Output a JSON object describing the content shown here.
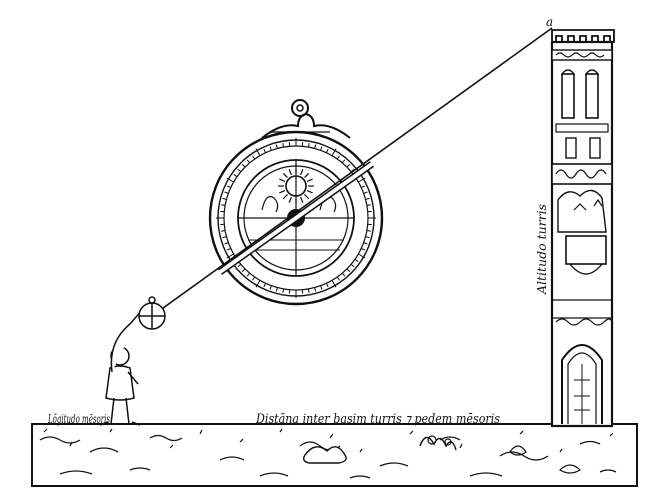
{
  "labels": {
    "point_a": "a",
    "observer_height": "Lõgitudo mēsoris",
    "tower_height": "Altitudo turris",
    "distance": "Distãna inter basim turris ⁊ pedem mēsoris"
  },
  "colors": {
    "ink": "#111111",
    "paper": "#ffffff"
  }
}
